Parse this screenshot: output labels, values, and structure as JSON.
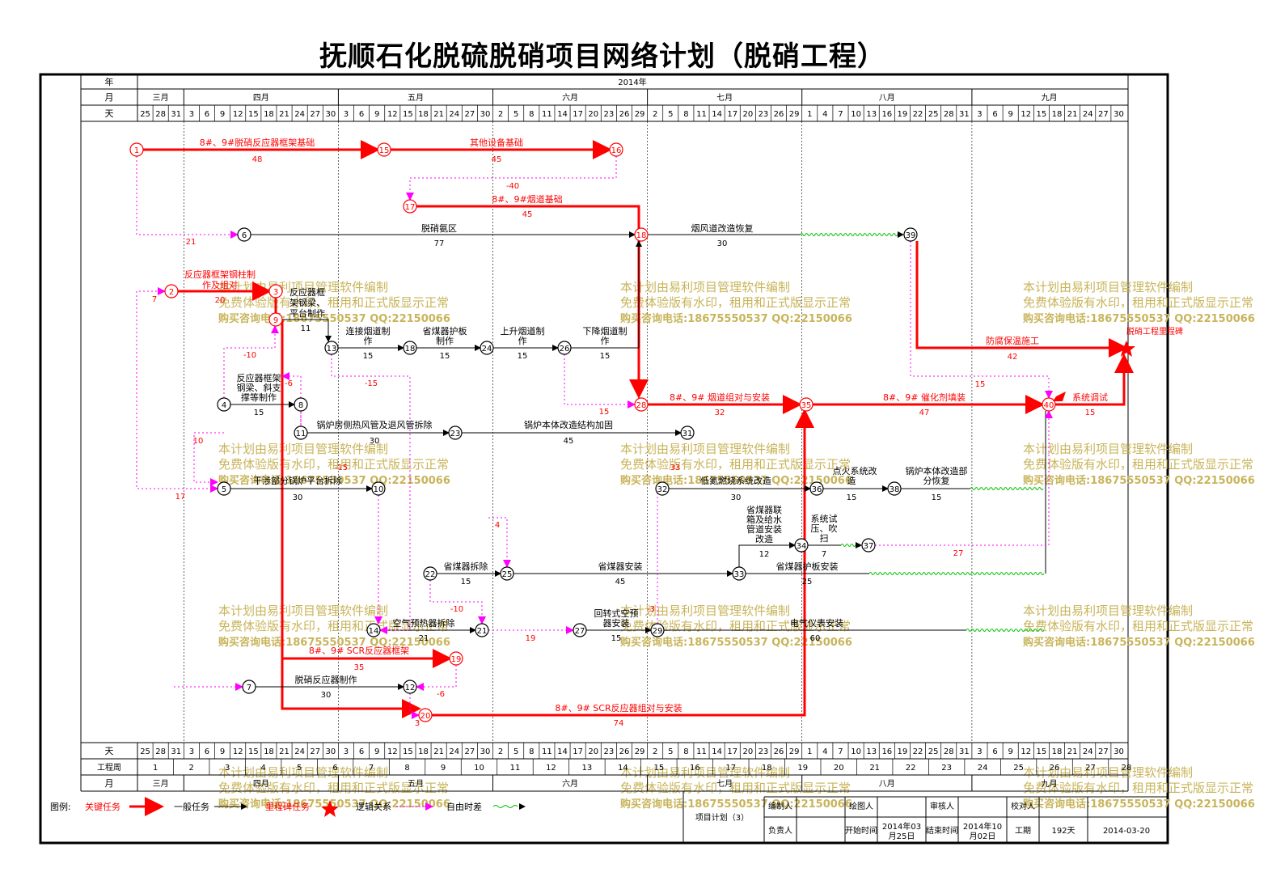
{
  "title": "抚顺石化脱硫脱硝项目网络计划（脱硝工程）",
  "header": {
    "row_year_label": "年",
    "row_month_label": "月",
    "row_day_label": "天",
    "year": "2014年",
    "months": [
      "三月",
      "四月",
      "五月",
      "六月",
      "七月",
      "八月",
      "九月"
    ],
    "days": [
      "25",
      "28",
      "31",
      "3",
      "6",
      "9",
      "12",
      "15",
      "18",
      "21",
      "24",
      "27",
      "30",
      "3",
      "6",
      "9",
      "12",
      "15",
      "18",
      "21",
      "24",
      "27",
      "30",
      "2",
      "5",
      "8",
      "11",
      "14",
      "17",
      "20",
      "23",
      "26",
      "29",
      "2",
      "5",
      "8",
      "11",
      "14",
      "17",
      "20",
      "23",
      "26",
      "29",
      "1",
      "4",
      "7",
      "10",
      "13",
      "16",
      "19",
      "22",
      "25",
      "28",
      "31",
      "3",
      "6",
      "9",
      "12",
      "15",
      "18",
      "21",
      "24",
      "27",
      "30"
    ]
  },
  "footer": {
    "row_day_label": "天",
    "row_week_label": "工程周",
    "row_month_label": "月",
    "weeks": [
      "1",
      "2",
      "3",
      "4",
      "5",
      "6",
      "7",
      "8",
      "9",
      "10",
      "11",
      "12",
      "13",
      "14",
      "15",
      "16",
      "17",
      "18",
      "19",
      "20",
      "21",
      "22",
      "23",
      "24",
      "25",
      "26",
      "27",
      "28"
    ]
  },
  "watermark": [
    "本计划由易利项目管理软件编制",
    "免费体验版有水印，租用和正式版显示正常",
    "购买咨询电话:18675550537 QQ:22150066"
  ],
  "legend": {
    "label": "图例:",
    "critical": "关键任务",
    "normal": "一般任务",
    "milestone": "里程碑任务",
    "logic": "逻辑关系",
    "float": "自由时差"
  },
  "info": {
    "project_plan": "项目计划（3）",
    "editor": "编制人",
    "drafter": "绘图人",
    "reviewer": "审核人",
    "checker": "校对人",
    "owner": "负责人",
    "start_label": "开始时间",
    "start_value": "2014年03月25日",
    "end_label": "结束时间",
    "end_value": "2014年10月02日",
    "duration_label": "工期",
    "duration_value": "192天",
    "date": "2014-03-20"
  },
  "colors": {
    "critical": "#ff0000",
    "normal": "#000000",
    "logic": "#ff00ff",
    "float": "#00c000",
    "watermark": "#c8b45a"
  },
  "nodes": [
    {
      "id": "1",
      "critical": true
    },
    {
      "id": "15",
      "critical": true
    },
    {
      "id": "16",
      "critical": true
    },
    {
      "id": "17",
      "critical": true
    },
    {
      "id": "6"
    },
    {
      "id": "18",
      "critical": true
    },
    {
      "id": "39"
    },
    {
      "id": "2",
      "critical": true
    },
    {
      "id": "3",
      "critical": true
    },
    {
      "id": "9",
      "critical": true
    },
    {
      "id": "13"
    },
    {
      "id": "18b",
      "label": "18"
    },
    {
      "id": "24"
    },
    {
      "id": "26"
    },
    {
      "id": "4"
    },
    {
      "id": "8"
    },
    {
      "id": "28",
      "critical": true
    },
    {
      "id": "35",
      "critical": true
    },
    {
      "id": "40",
      "critical": true
    },
    {
      "id": "11"
    },
    {
      "id": "23"
    },
    {
      "id": "31"
    },
    {
      "id": "5"
    },
    {
      "id": "10"
    },
    {
      "id": "32"
    },
    {
      "id": "36"
    },
    {
      "id": "38"
    },
    {
      "id": "34"
    },
    {
      "id": "37"
    },
    {
      "id": "22"
    },
    {
      "id": "25"
    },
    {
      "id": "33"
    },
    {
      "id": "14"
    },
    {
      "id": "21"
    },
    {
      "id": "27"
    },
    {
      "id": "29"
    },
    {
      "id": "19",
      "critical": true
    },
    {
      "id": "7"
    },
    {
      "id": "12"
    },
    {
      "id": "20",
      "critical": true
    }
  ],
  "tasks": [
    {
      "name": "8#、9#脱硝反应器框架基础",
      "duration": "48",
      "critical": true
    },
    {
      "name": "其他设备基础",
      "duration": "45",
      "critical": true
    },
    {
      "name": "8#、9#烟道基础",
      "duration": "45",
      "critical": true
    },
    {
      "name": "脱硝氨区",
      "duration": "77"
    },
    {
      "name": "烟风道改造恢复",
      "duration": "30"
    },
    {
      "name": "反应器框架钢柱制作及组对",
      "duration": "20",
      "critical": true
    },
    {
      "name": "反应器框架钢梁、平台制作",
      "duration": "11"
    },
    {
      "name": "连接烟道制作",
      "duration": "15"
    },
    {
      "name": "省煤器护板制作",
      "duration": "15"
    },
    {
      "name": "上升烟道制作",
      "duration": "15"
    },
    {
      "name": "下降烟道制作",
      "duration": "15"
    },
    {
      "name": "防腐保温施工",
      "duration": "42",
      "critical": true
    },
    {
      "name": "反应器框架钢梁、斜支撑等制作",
      "duration": "15"
    },
    {
      "name": "8#、9# 烟道组对与安装",
      "duration": "32",
      "critical": true
    },
    {
      "name": "8#、9# 催化剂填装",
      "duration": "47",
      "critical": true
    },
    {
      "name": "系统调试",
      "duration": "15",
      "critical": true
    },
    {
      "name": "锅炉房侧热风管及退风管拆除",
      "duration": "30"
    },
    {
      "name": "锅炉本体改造结构加固",
      "duration": "45"
    },
    {
      "name": "干涉部分锅炉平台拆除",
      "duration": "30"
    },
    {
      "name": "低氮燃烧系统改造",
      "duration": "30"
    },
    {
      "name": "点火系统改造",
      "duration": "15"
    },
    {
      "name": "锅炉本体改造部分恢复",
      "duration": "15"
    },
    {
      "name": "省煤器联箱及给水管道安装改造",
      "duration": "12"
    },
    {
      "name": "系统试压、吹扫",
      "duration": "7"
    },
    {
      "name": "省煤器拆除",
      "duration": "15"
    },
    {
      "name": "省煤器安装",
      "duration": "45"
    },
    {
      "name": "省煤器护板安装",
      "duration": "25"
    },
    {
      "name": "空气预热器拆除",
      "duration": "21"
    },
    {
      "name": "回转式空预器安装",
      "duration": "15"
    },
    {
      "name": "电气仪表安装",
      "duration": "60"
    },
    {
      "name": "8#、9# SCR反应器框架",
      "duration": "35",
      "critical": true
    },
    {
      "name": "脱硝反应器制作",
      "duration": "30"
    },
    {
      "name": "8#、9# SCR反应器组对与安装",
      "duration": "74",
      "critical": true
    },
    {
      "name": "脱硝工程里程碑",
      "milestone": true
    }
  ],
  "logic_labels": [
    "-40",
    "21",
    "7",
    "-10",
    "-6",
    "-15",
    "15",
    "10",
    "17",
    "-15",
    "4",
    "-10",
    "19",
    "-3",
    "-6",
    "3",
    "15",
    "27",
    "33"
  ]
}
